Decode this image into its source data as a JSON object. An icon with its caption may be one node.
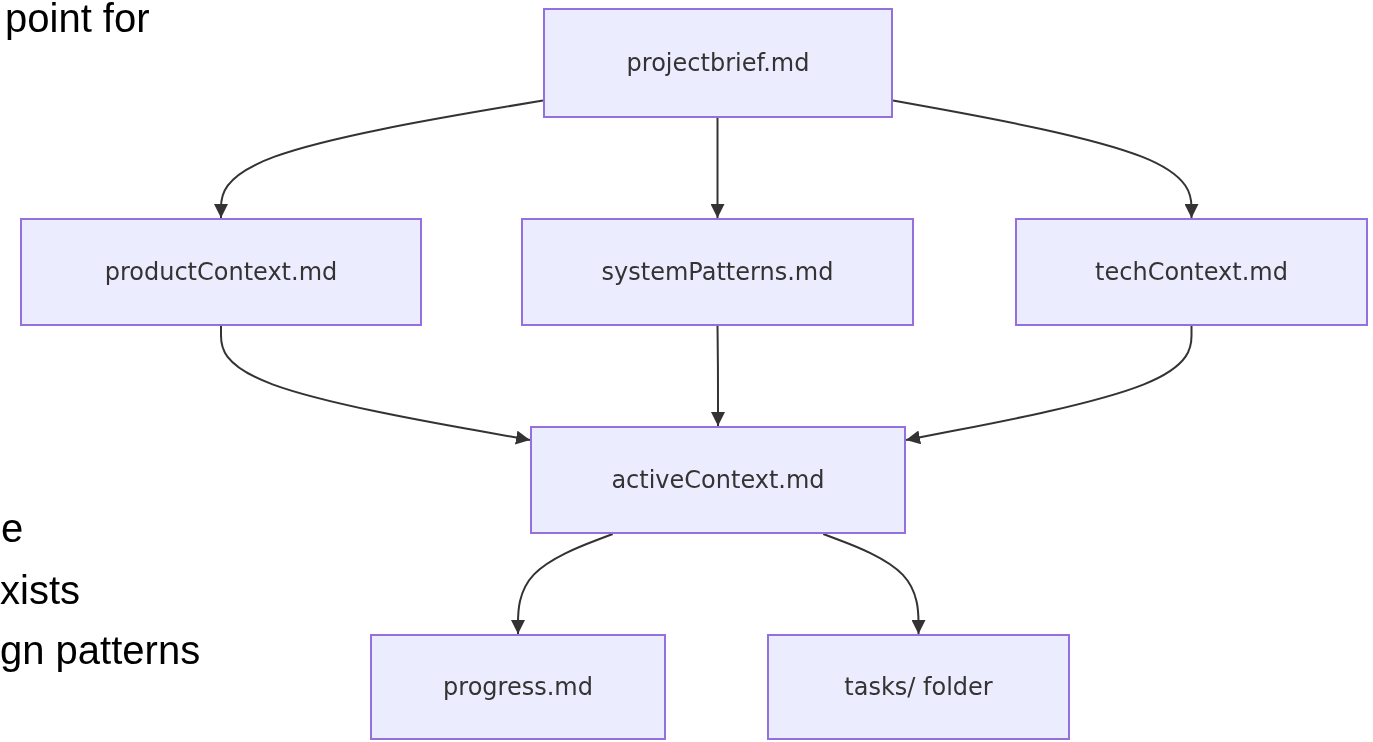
{
  "diagram": {
    "nodes": [
      {
        "text": [
          "projectbrief.md"
        ]
      },
      {
        "text": [
          "productContext.md"
        ]
      },
      {
        "text": [
          "systemPatterns.md"
        ]
      },
      {
        "text": [
          "techContext.md"
        ]
      },
      {
        "text": [
          "activeContext.md"
        ]
      },
      {
        "text": [
          "progress.md"
        ]
      },
      {
        "text": [
          "tasks/ folder"
        ]
      }
    ],
    "edges": [
      {
        "from": 0,
        "to": 1,
        "arrow": "to"
      },
      {
        "from": 0,
        "to": 2,
        "arrow": "to"
      },
      {
        "from": 0,
        "to": 3,
        "arrow": "to"
      },
      {
        "from": 1,
        "to": 4,
        "arrow": "to"
      },
      {
        "from": 2,
        "to": 4,
        "arrow": "to"
      },
      {
        "from": 3,
        "to": 4,
        "arrow": "to"
      },
      {
        "from": 4,
        "to": 5,
        "arrow": "to"
      },
      {
        "from": 4,
        "to": 6,
        "arrow": "to"
      }
    ],
    "labels": [
      "point for",
      "e",
      "xists",
      "gn patterns"
    ]
  }
}
